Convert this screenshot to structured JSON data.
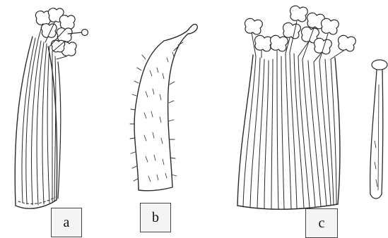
{
  "labels": {
    "a": "a",
    "b": "b",
    "c": "c"
  },
  "colors": {
    "ink": "#2a2a2a",
    "label_border": "#444444",
    "label_background": "#f4f4f4"
  }
}
